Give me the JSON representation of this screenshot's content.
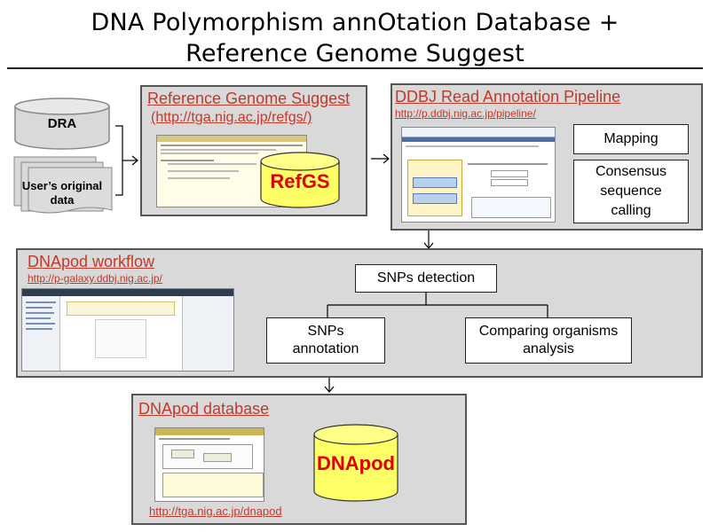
{
  "title": {
    "line1": "DNA Polymorphism annOtation Database +",
    "line2": "Reference Genome Suggest"
  },
  "inputs": {
    "dra": "DRA",
    "user_data_line1": "User’s original",
    "user_data_line2": "data"
  },
  "refgs": {
    "title": "Reference Genome Suggest",
    "url": "(http://tga.nig.ac.jp/refgs/)",
    "db_label": "RefGS"
  },
  "pipeline": {
    "title": "DDBJ Read Annotation Pipeline",
    "url": "http://p.ddbj.nig.ac.jp/pipeline/",
    "box_mapping": "Mapping",
    "box_consensus_1": "Consensus",
    "box_consensus_2": "sequence",
    "box_consensus_3": "calling"
  },
  "workflow": {
    "title": "DNApod workflow",
    "url": "http://p-galaxy.ddbj.nig.ac.jp/",
    "box_snps_detection": "SNPs detection",
    "box_snps_annotation_1": "SNPs",
    "box_snps_annotation_2": "annotation",
    "box_compare_1": "Comparing organisms",
    "box_compare_2": "analysis"
  },
  "database": {
    "title": "DNApod database",
    "url": "http://tga.nig.ac.jp/dnapod",
    "db_label": "DNApod"
  },
  "colors": {
    "link_red": "#c0392b",
    "cylinder_yellow": "#ffff66",
    "panel_gray": "#d9d9d9"
  }
}
